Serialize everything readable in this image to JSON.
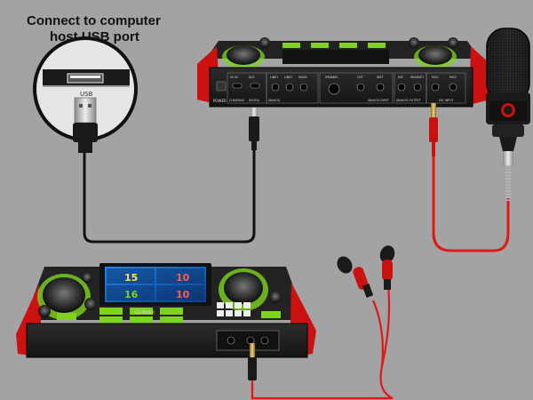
{
  "caption": {
    "line1": "Connect to computer",
    "line2": "host USB port"
  },
  "usb_port": {
    "label": "USB"
  },
  "top_mixer": {
    "power_label": "POWER",
    "port_labels": [
      "5V IN",
      "DC5",
      "LINE1",
      "LINE2",
      "MUSIC",
      "DYNAMIC",
      "OUT",
      "INST",
      "MIC1",
      "MIC2",
      "MIC",
      "HEADSET"
    ],
    "section_labels": [
      "CHARGING",
      "DIGITAL",
      "ANALOG",
      "ANALOG INPUT",
      "ANALOG OUTPUT",
      "MIC INPUT"
    ]
  },
  "front_mixer": {
    "brand": "G8 MIXER",
    "screen_numbers": [
      "15",
      "10",
      "16",
      "10"
    ]
  },
  "colors": {
    "background": "#a3a3a3",
    "device_body": "#1c1c1c",
    "accent_red": "#cc1111",
    "accent_green": "#7ed321",
    "screen_blue": "#1a6fd6",
    "cable_black": "#111111",
    "cable_red": "#e01818"
  }
}
